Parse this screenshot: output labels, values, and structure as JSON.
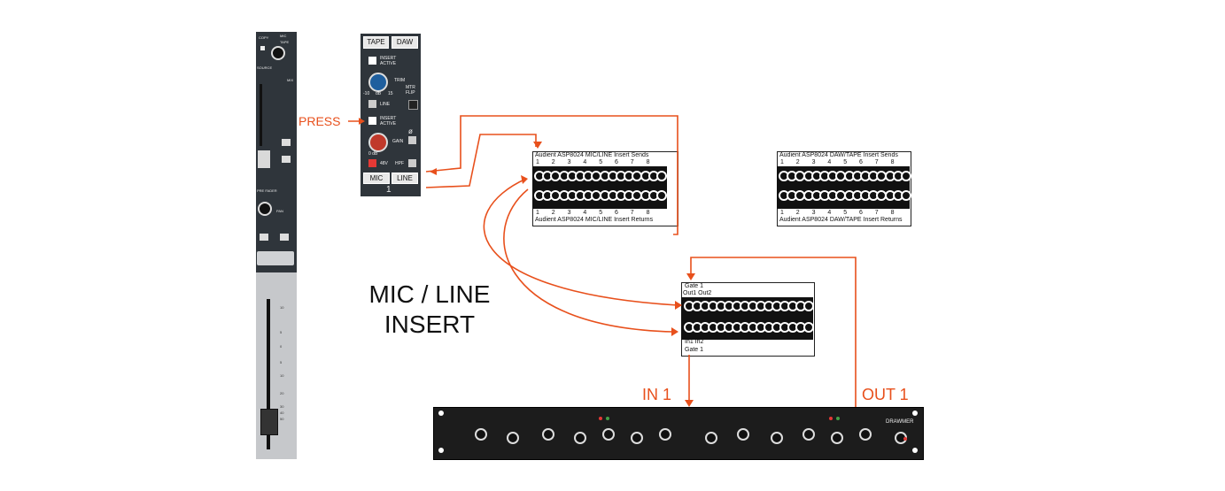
{
  "labels": {
    "press": "PRESS",
    "insert_title_line1": "MIC / LINE",
    "insert_title_line2": "INSERT",
    "in1": "IN 1",
    "out1": "OUT 1"
  },
  "channel_strip": {
    "copy": "COPY",
    "mic": "MIC",
    "tape": "TAPE",
    "source": "SOURCE",
    "mix": "MIX",
    "prefader": "PRE FADER",
    "pan": "PAN",
    "meter_scale": [
      "10",
      "5",
      "0",
      "5",
      "10",
      "20",
      "30",
      "40",
      "50"
    ]
  },
  "channel_panel": {
    "tape": "TAPE",
    "daw": "DAW",
    "insert_active_1": "INSERT ACTIVE",
    "trim": "TRIM",
    "mtr_flip": "MTR FLIP",
    "trim_min": "-10",
    "trim_unit": "dB",
    "trim_max": "15",
    "line": "LINE",
    "insert_active_2": "INSERT ACTIVE",
    "phase": "ø",
    "gain": "GAIN",
    "gain_range": "0   dB",
    "p48v": "48V",
    "hpf": "HPF",
    "mic": "MIC",
    "line_btn": "LINE",
    "channel_number": "1"
  },
  "patchbay_mic_line": {
    "top_label": "Audient ASP8024 MIC/LINE Insert Sends",
    "bottom_label": "Audient ASP8024 MIC/LINE Insert Returns",
    "numbers": [
      "1",
      "2",
      "3",
      "4",
      "5",
      "6",
      "7",
      "8"
    ]
  },
  "patchbay_daw_tape": {
    "top_label": "Audient ASP8024 DAW/TAPE Insert Sends",
    "bottom_label": "Audient ASP8024 DAW/TAPE Insert Returns",
    "numbers": [
      "1",
      "2",
      "3",
      "4",
      "5",
      "6",
      "7",
      "8"
    ]
  },
  "patchbay_gate": {
    "top_label": "Gate 1",
    "top_sub": "Out1  Out2",
    "bottom_sub": "In1  In2",
    "bottom_label": "Gate 1"
  },
  "rack_unit": {
    "brand": "DRAWMER"
  },
  "colors": {
    "cable": "#e8501c",
    "panel": "#2f353b",
    "patchbay": "#111111"
  }
}
